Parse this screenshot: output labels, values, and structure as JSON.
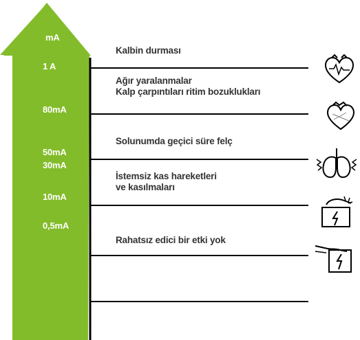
{
  "scale": {
    "unit": "mA",
    "levels": [
      "1 A",
      "80mA",
      "50mA",
      "30mA",
      "10mA",
      "0,5mA"
    ]
  },
  "effects": [
    {
      "lines": [
        "Kalbin durması"
      ],
      "icon": "cardiac-arrest-heart-icon"
    },
    {
      "lines": [
        "Ağır yaralanmalar",
        "Kalp çarpıntıları ritim bozuklukları"
      ],
      "icon": "heart-shock-icon"
    },
    {
      "lines": [
        "Solunumda geçici süre felç"
      ],
      "icon": "lungs-icon"
    },
    {
      "lines": [
        "İstemsiz kas hareketleri",
        "ve kasılmaları"
      ],
      "icon": "hand-shock-icon"
    },
    {
      "lines": [
        "Rahatsız edici bir etki yok"
      ],
      "icon": "hand-touch-icon"
    }
  ],
  "colors": {
    "arrow_green": "#83BC2A",
    "line": "#000000",
    "label_text": "#ffffff",
    "desc_text": "#333333"
  }
}
